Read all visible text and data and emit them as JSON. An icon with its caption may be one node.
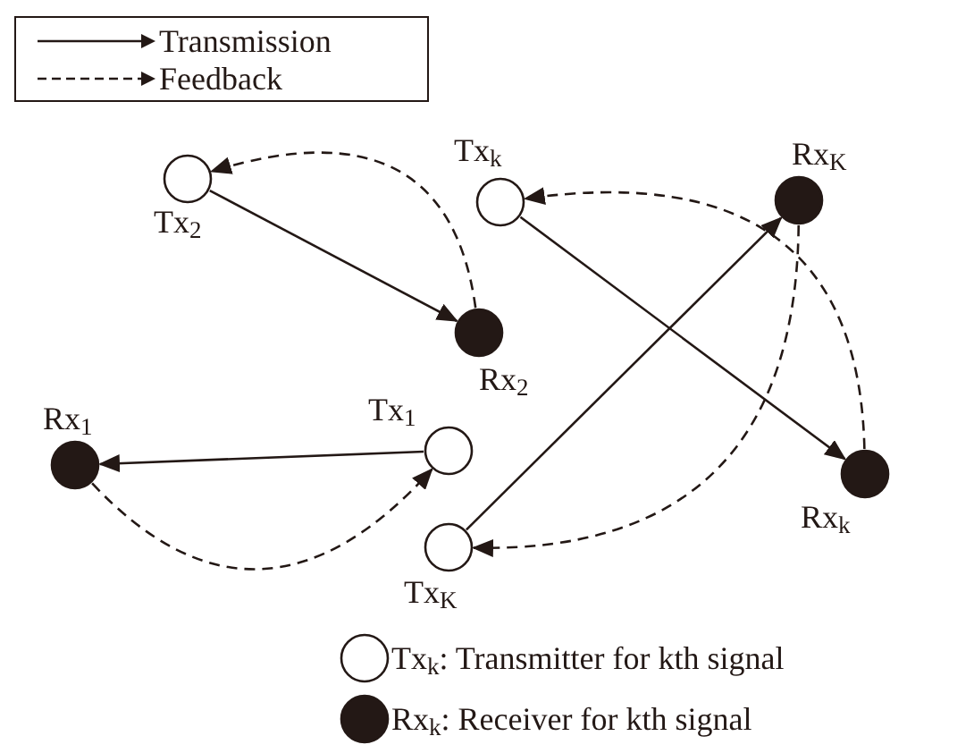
{
  "diagram": {
    "nodes": [
      {
        "text": [
          "Tx$_{2}$"
        ]
      },
      {
        "text": [
          "Tx$_{k}$"
        ]
      },
      {
        "text": [
          "Rx$_{K}$"
        ]
      },
      {
        "text": [
          "Rx$_{2}$"
        ]
      },
      {
        "text": [
          "Rx$_{1}$"
        ]
      },
      {
        "text": [
          "Tx$_{1}$"
        ]
      },
      {
        "text": [
          "Rx$_{k}$"
        ]
      },
      {
        "text": [
          "Tx$_{K}$"
        ]
      }
    ],
    "edges": [
      {
        "from": 0,
        "to": 3,
        "arrow": "to"
      },
      {
        "from": 3,
        "to": 0,
        "arrow": "to",
        "style": "dashed"
      },
      {
        "from": 1,
        "to": 6,
        "arrow": "to"
      },
      {
        "from": 6,
        "to": 1,
        "arrow": "to",
        "style": "dashed"
      },
      {
        "from": 7,
        "to": 2,
        "arrow": "to"
      },
      {
        "from": 2,
        "to": 7,
        "arrow": "to",
        "style": "dashed"
      },
      {
        "from": 5,
        "to": 4,
        "arrow": "to"
      },
      {
        "from": 4,
        "to": 5,
        "arrow": "to",
        "style": "dashed"
      }
    ],
    "legend": [
      {
        "text": "Transmission"
      },
      {
        "text": "Feedback"
      },
      {
        "text": "Tx$_{k}$: Transmitter for kth signal"
      },
      {
        "text": "Rx$_{k}$: Receiver for kth signal"
      }
    ]
  }
}
